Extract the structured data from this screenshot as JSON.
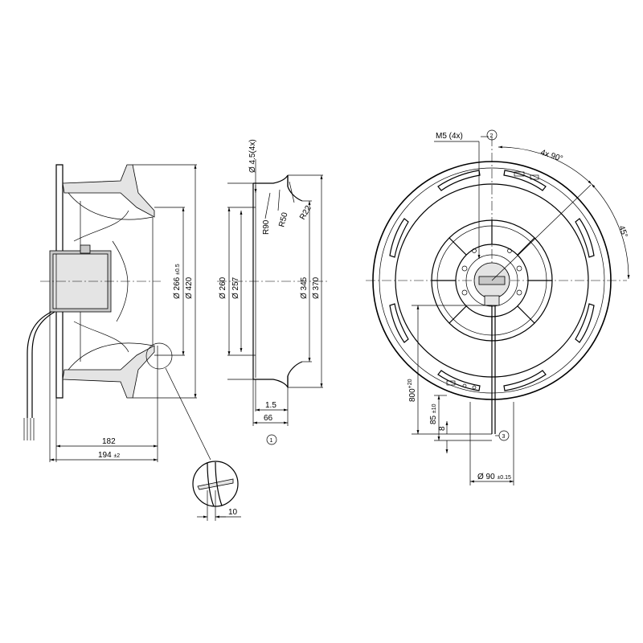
{
  "side_view": {
    "dims": {
      "d266": "Ø 266",
      "d266_tol": "±0.5",
      "d420": "Ø 420",
      "len182": "182",
      "len194": "194",
      "len194_tol": "±2",
      "detail10": "10"
    }
  },
  "nozzle_view": {
    "dims": {
      "hole": "Ø 4.5(4x)",
      "r90": "R90",
      "r50": "R50",
      "r22": "R22",
      "d260": "Ø 260",
      "d257": "Ø 257",
      "d345": "Ø 345",
      "d370": "Ø 370",
      "w15": "1.5",
      "w66": "66"
    },
    "callout": "1"
  },
  "front_view": {
    "dims": {
      "m5": "M5 (4x)",
      "angle90": "4x 90°",
      "angle45": "45°",
      "cable800": "800",
      "cable800_tol": "+20",
      "len85": "85",
      "len85_tol": "±10",
      "len8": "8",
      "d90": "Ø 90",
      "d90_tol": "±0.15"
    },
    "callout_2": "2",
    "callout_3": "3"
  }
}
